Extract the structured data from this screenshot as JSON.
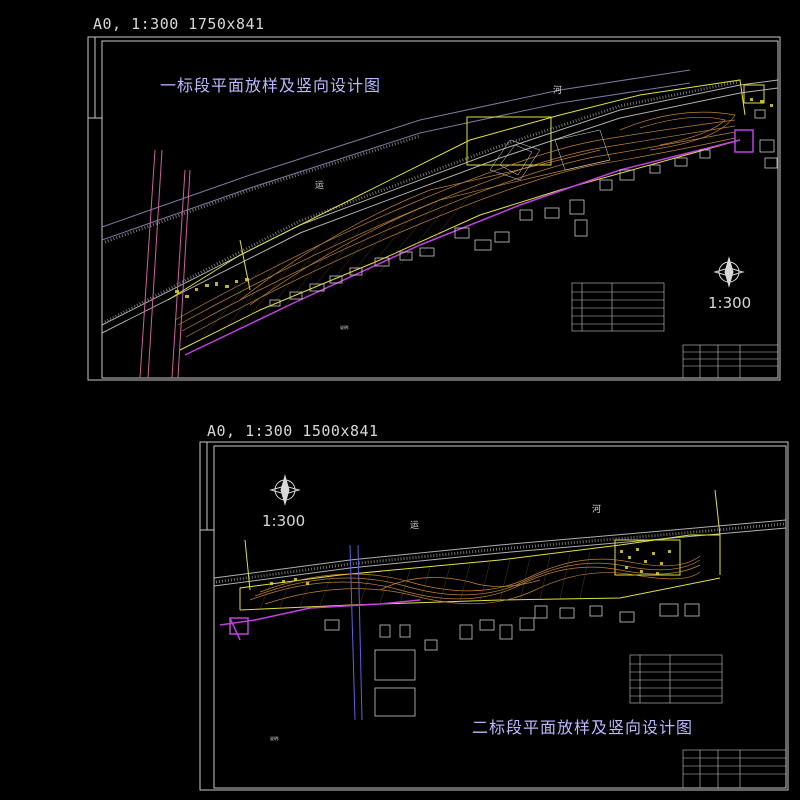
{
  "sheets": [
    {
      "sheet_label": "A0, 1:300  1750x841",
      "title": "一标段平面放样及竖向设计图",
      "scale": "1:300",
      "river_chars": [
        "河",
        "运"
      ],
      "notes_title": "说明:"
    },
    {
      "sheet_label": "A0, 1:300  1500x841",
      "title": "二标段平面放样及竖向设计图",
      "scale": "1:300",
      "river_chars": [
        "河",
        "运"
      ],
      "notes_title": "说明:"
    }
  ],
  "colors": {
    "background": "#000000",
    "frame": "#c8c8c8",
    "plan_outline": "#e0e040",
    "contours": "#d09040",
    "boundary": "#c040e0",
    "title": "#b8b8ff",
    "road": "#d060a0"
  },
  "icons": [
    "north-arrow-icon",
    "north-arrow-icon"
  ]
}
